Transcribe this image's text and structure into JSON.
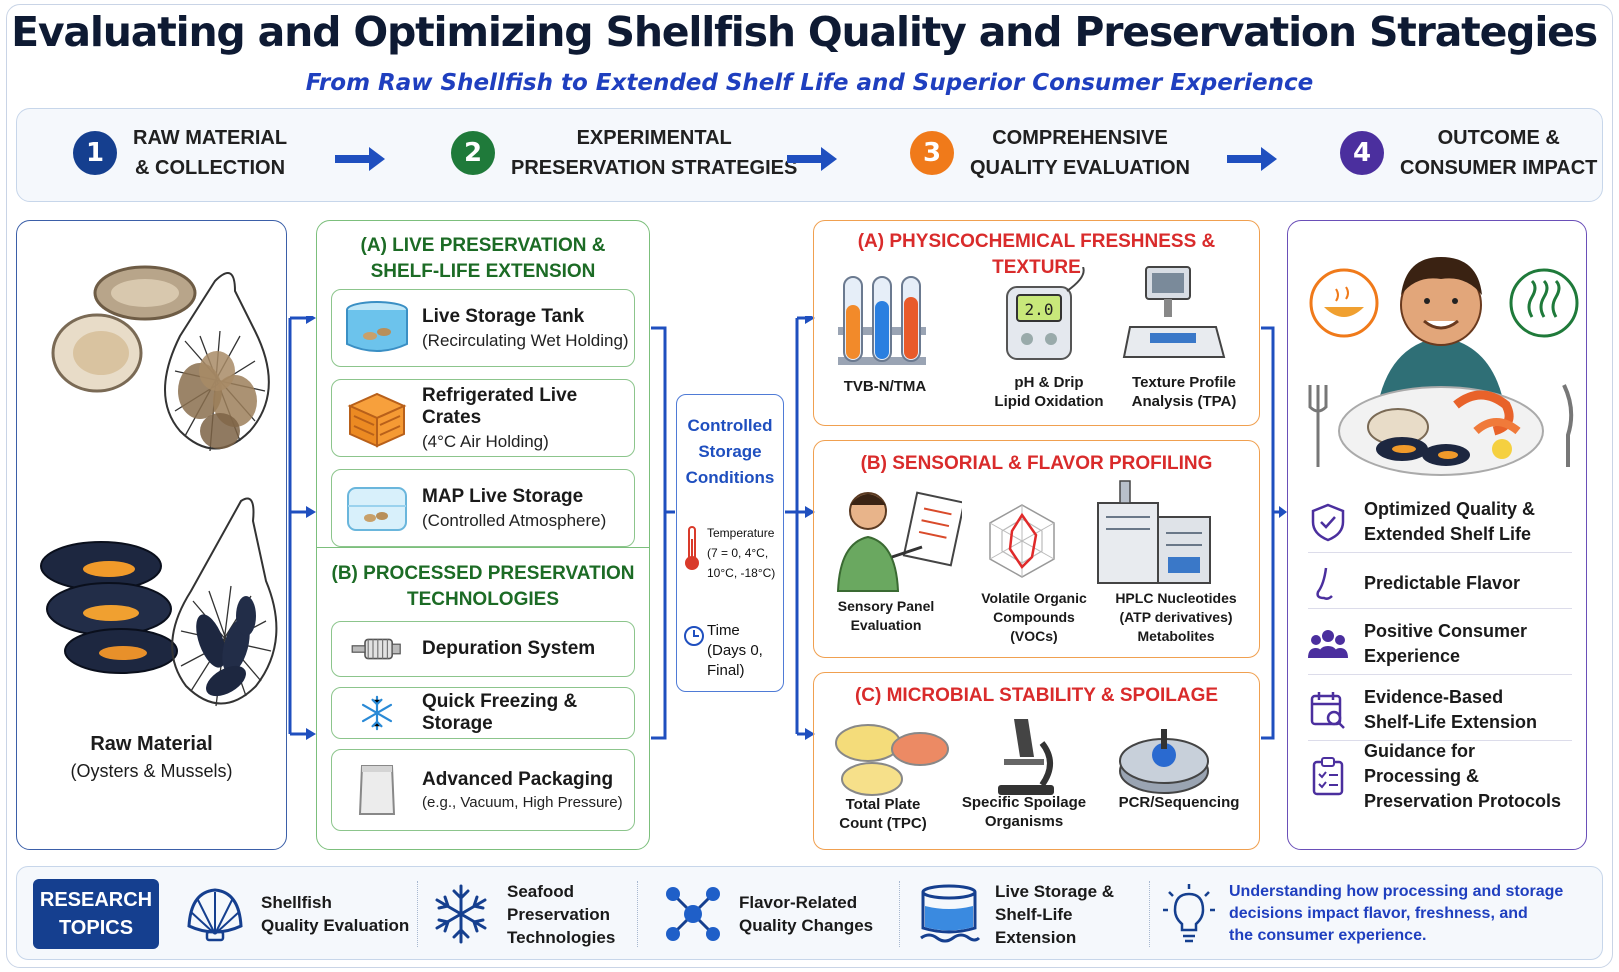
{
  "header": {
    "title": "Evaluating and Optimizing Shellfish Quality and Preservation Strategies",
    "subtitle": "From Raw Shellfish to Extended Shelf Life and Superior Consumer Experience"
  },
  "steps": [
    {
      "num": "1",
      "label": "RAW MATERIAL\n& COLLECTION",
      "color": "#153f8f"
    },
    {
      "num": "2",
      "label": "EXPERIMENTAL\nPRESERVATION STRATEGIES",
      "color": "#1f7a3a"
    },
    {
      "num": "3",
      "label": "COMPREHENSIVE\nQUALITY EVALUATION",
      "color": "#f07a1a"
    },
    {
      "num": "4",
      "label": "OUTCOME &\nCONSUMER IMPACT",
      "color": "#4b2f9e"
    }
  ],
  "raw": {
    "title": "Raw Material",
    "sub": "(Oysters & Mussels)"
  },
  "live": {
    "heading": "(A) LIVE PRESERVATION &\nSHELF-LIFE EXTENSION",
    "items": [
      {
        "title": "Live Storage Tank",
        "sub": "(Recirculating Wet Holding)",
        "icon": "storage-tank-icon"
      },
      {
        "title": "Refrigerated Live Crates",
        "sub": "(4°C Air Holding)",
        "icon": "crate-icon"
      },
      {
        "title": "MAP Live Storage",
        "sub": "(Controlled Atmosphere)",
        "icon": "map-container-icon"
      }
    ]
  },
  "processed": {
    "heading": "(B) PROCESSED PRESERVATION\nTECHNOLOGIES",
    "items": [
      {
        "title": "Depuration System",
        "sub": "",
        "icon": "depuration-icon"
      },
      {
        "title": "Quick Freezing & Storage",
        "sub": "",
        "icon": "snowflake-icon"
      },
      {
        "title": "Advanced Packaging",
        "sub": "(e.g., Vacuum, High Pressure)",
        "icon": "package-icon"
      }
    ]
  },
  "storage": {
    "title": "Controlled\nStorage\nConditions",
    "temp_label": "Temperature\n(7 = 0, 4°C,\n10°C, -18°C)",
    "time_label": "Time\n(Days 0, Final)"
  },
  "evaluation": {
    "physico": {
      "heading": "(A) PHYSICOCHEMICAL FRESHNESS & TEXTURE",
      "items": [
        "TVB-N/TMA",
        "pH & Drip\nLipid Oxidation",
        "Texture Profile\nAnalysis (TPA)"
      ],
      "meter_value": "2.0"
    },
    "sensorial": {
      "heading": "(B) SENSORIAL & FLAVOR PROFILING",
      "items": [
        "Sensory Panel\nEvaluation",
        "Volatile Organic\nCompounds\n(VOCs)",
        "HPLC Nucleotides\n(ATP derivatives)\nMetabolites"
      ]
    },
    "microbial": {
      "heading": "(C) MICROBIAL STABILITY & SPOILAGE",
      "items": [
        "Total Plate\nCount (TPC)",
        "Specific Spoilage\nOrganisms",
        "PCR/Sequencing"
      ]
    }
  },
  "outcomes": [
    {
      "text": "Optimized Quality &\nExtended Shelf Life",
      "icon": "shield-check-icon"
    },
    {
      "text": "Predictable Flavor",
      "icon": "nose-icon"
    },
    {
      "text": "Positive Consumer\nExperience",
      "icon": "people-icon"
    },
    {
      "text": "Evidence-Based\nShelf-Life Extension",
      "icon": "calendar-search-icon"
    },
    {
      "text": "Guidance for Processing &\nPreservation Protocols",
      "icon": "clipboard-icon"
    }
  ],
  "research": {
    "label": "RESEARCH\nTOPICS",
    "topics": [
      {
        "text": "Shellfish\nQuality Evaluation",
        "icon": "shell-icon"
      },
      {
        "text": "Seafood\nPreservation\nTechnologies",
        "icon": "snowflake-icon"
      },
      {
        "text": "Flavor-Related\nQuality Changes",
        "icon": "molecule-icon"
      },
      {
        "text": "Live Storage &\nShelf-Life\nExtension",
        "icon": "water-tank-icon"
      }
    ],
    "insight": "Understanding how processing and storage\ndecisions impact flavor, freshness, and\nthe consumer experience."
  },
  "colors": {
    "navy": "#153f8f",
    "green": "#1f7a3a",
    "orange": "#f07a1a",
    "purple": "#4b2f9e",
    "blue_text": "#1f3fbf",
    "red": "#d92b2b"
  }
}
